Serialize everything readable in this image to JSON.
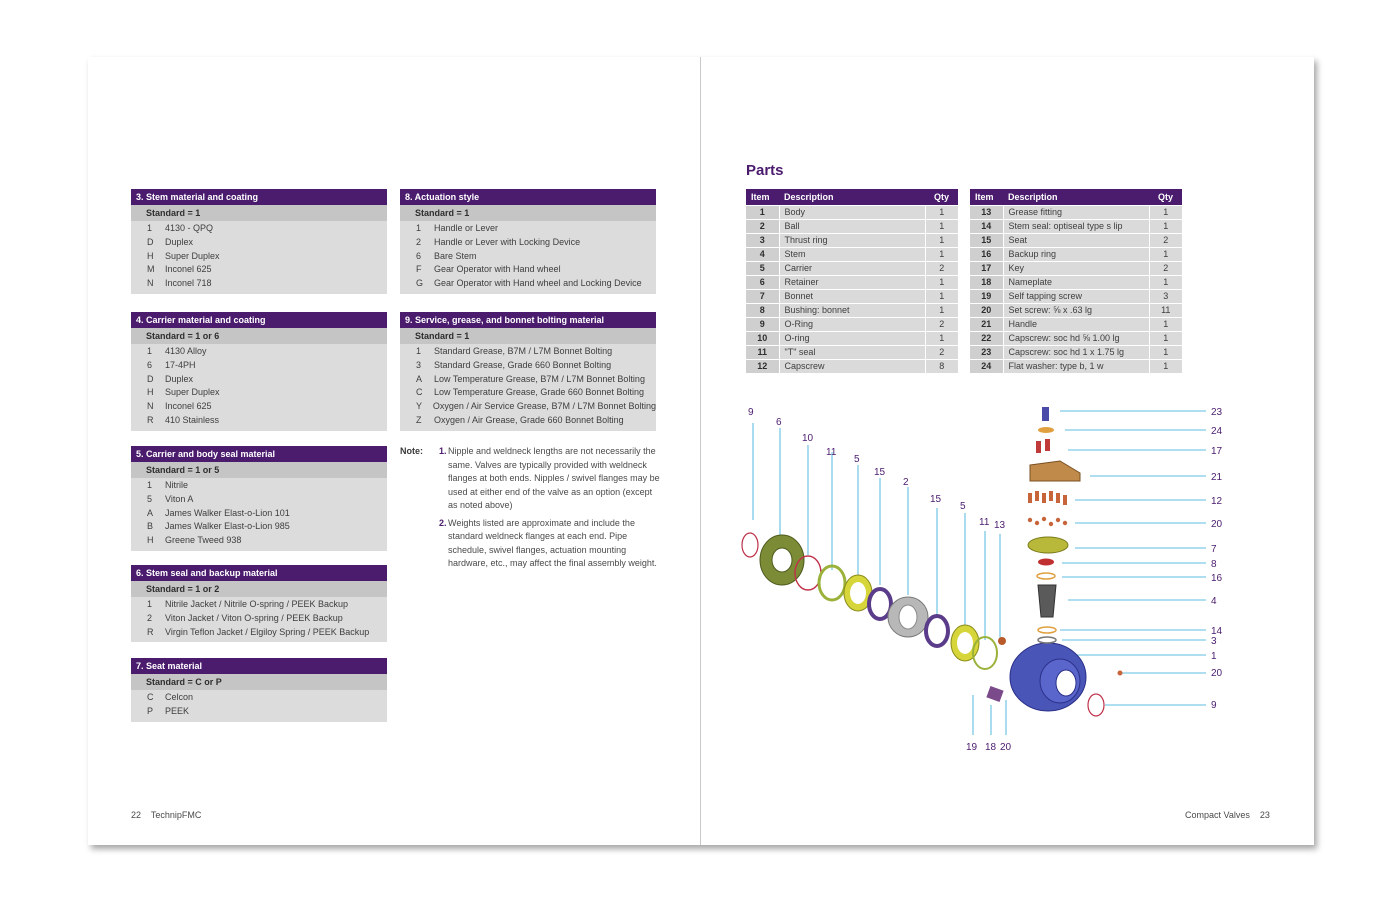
{
  "left_tables": [
    {
      "title": "3. Stem material and coating",
      "standard": "Standard = 1",
      "rows": [
        [
          "1",
          "4130 - QPQ"
        ],
        [
          "D",
          "Duplex"
        ],
        [
          "H",
          "Super Duplex"
        ],
        [
          "M",
          "Inconel 625"
        ],
        [
          "N",
          "Inconel 718"
        ]
      ]
    },
    {
      "title": "4. Carrier material and coating",
      "standard": "Standard = 1 or 6",
      "rows": [
        [
          "1",
          "4130 Alloy"
        ],
        [
          "6",
          "17-4PH"
        ],
        [
          "D",
          "Duplex"
        ],
        [
          "H",
          "Super Duplex"
        ],
        [
          "N",
          "Inconel 625"
        ],
        [
          "R",
          "410 Stainless"
        ]
      ]
    },
    {
      "title": "5. Carrier and body seal material",
      "standard": "Standard = 1 or 5",
      "rows": [
        [
          "1",
          "Nitrile"
        ],
        [
          "5",
          "Viton A"
        ],
        [
          "A",
          "James Walker Elast-o-Lion 101"
        ],
        [
          "B",
          "James Walker Elast-o-Lion 985"
        ],
        [
          "H",
          "Greene Tweed 938"
        ]
      ]
    },
    {
      "title": "6. Stem seal and backup material",
      "standard": "Standard = 1 or 2",
      "rows": [
        [
          "1",
          "Nitrile Jacket / Nitrile O-spring / PEEK Backup"
        ],
        [
          "2",
          "Viton Jacket / Viton O-spring / PEEK Backup"
        ],
        [
          "R",
          "Virgin Teflon Jacket / Elgiloy Spring / PEEK Backup"
        ]
      ]
    },
    {
      "title": "7. Seat material",
      "standard": "Standard = C or P",
      "rows": [
        [
          "C",
          "Celcon"
        ],
        [
          "P",
          "PEEK"
        ]
      ]
    }
  ],
  "right_tables": [
    {
      "title": "8. Actuation style",
      "standard": "Standard = 1",
      "rows": [
        [
          "1",
          "Handle or Lever"
        ],
        [
          "2",
          "Handle or Lever with Locking Device"
        ],
        [
          "6",
          "Bare Stem"
        ],
        [
          "F",
          "Gear Operator with Hand wheel"
        ],
        [
          "G",
          "Gear Operator with Hand wheel and Locking Device"
        ]
      ]
    },
    {
      "title": "9. Service, grease, and bonnet bolting material",
      "standard": "Standard = 1",
      "rows": [
        [
          "1",
          "Standard Grease, B7M / L7M Bonnet Bolting"
        ],
        [
          "3",
          "Standard Grease, Grade 660 Bonnet Bolting"
        ],
        [
          "A",
          "Low Temperature Grease, B7M / L7M Bonnet Bolting"
        ],
        [
          "C",
          "Low Temperature Grease, Grade 660 Bonnet Bolting"
        ],
        [
          "Y",
          "Oxygen / Air Service Grease, B7M / L7M Bonnet Bolting"
        ],
        [
          "Z",
          "Oxygen / Air Grease, Grade 660 Bonnet Bolting"
        ]
      ]
    }
  ],
  "note": {
    "label": "Note:",
    "items": [
      {
        "num": "1.",
        "text": "Nipple and weldneck lengths are not necessarily the same. Valves are typically provided with weldneck flanges at both ends. Nipples / swivel flanges may be used at either end of the valve as an option (except as noted above)"
      },
      {
        "num": "2.",
        "text": "Weights listed are approximate and include the standard weldneck flanges at each end. Pipe schedule, swivel flanges, actuation mounting hardware, etc., may affect the final assembly weight."
      }
    ]
  },
  "footer_left": {
    "page": "22",
    "brand": "TechnipFMC"
  },
  "footer_right": {
    "section": "Compact Valves",
    "page": "23"
  },
  "parts": {
    "title": "Parts",
    "headers": {
      "item": "Item",
      "description": "Description",
      "qty": "Qty"
    },
    "left": [
      [
        "1",
        "Body",
        "1"
      ],
      [
        "2",
        "Ball",
        "1"
      ],
      [
        "3",
        "Thrust ring",
        "1"
      ],
      [
        "4",
        "Stem",
        "1"
      ],
      [
        "5",
        "Carrier",
        "2"
      ],
      [
        "6",
        "Retainer",
        "1"
      ],
      [
        "7",
        "Bonnet",
        "1"
      ],
      [
        "8",
        "Bushing: bonnet",
        "1"
      ],
      [
        "9",
        "O-Ring",
        "2"
      ],
      [
        "10",
        "O-ring",
        "1"
      ],
      [
        "11",
        "\"T\" seal",
        "2"
      ],
      [
        "12",
        "Capscrew",
        "8"
      ]
    ],
    "right": [
      [
        "13",
        "Grease fitting",
        "1"
      ],
      [
        "14",
        "Stem seal: optiseal type s lip",
        "1"
      ],
      [
        "15",
        "Seat",
        "2"
      ],
      [
        "16",
        "Backup ring",
        "1"
      ],
      [
        "17",
        "Key",
        "2"
      ],
      [
        "18",
        "Nameplate",
        "1"
      ],
      [
        "19",
        "Self tapping screw",
        "3"
      ],
      [
        "20",
        "Set screw: ⅝ x .63 lg",
        "11"
      ],
      [
        "21",
        "Handle",
        "1"
      ],
      [
        "22",
        "Capscrew: soc hd ⅝ 1.00 lg",
        "1"
      ],
      [
        "23",
        "Capscrew: soc hd 1 x 1.75 lg",
        "1"
      ],
      [
        "24",
        "Flat washer: type b, 1 w",
        "1"
      ]
    ]
  },
  "diagram_labels": {
    "top": [
      "9",
      "6",
      "10",
      "11",
      "5",
      "15",
      "2",
      "15",
      "5",
      "11",
      "13"
    ],
    "right": [
      "23",
      "24",
      "17",
      "21",
      "12",
      "20",
      "7",
      "8",
      "16",
      "4",
      "14",
      "3",
      "1",
      "20",
      "9"
    ],
    "bottom": [
      "19",
      "18",
      "20"
    ]
  },
  "colors": {
    "accent": "#4b1c6e",
    "callout_line": "#29a8d8"
  }
}
